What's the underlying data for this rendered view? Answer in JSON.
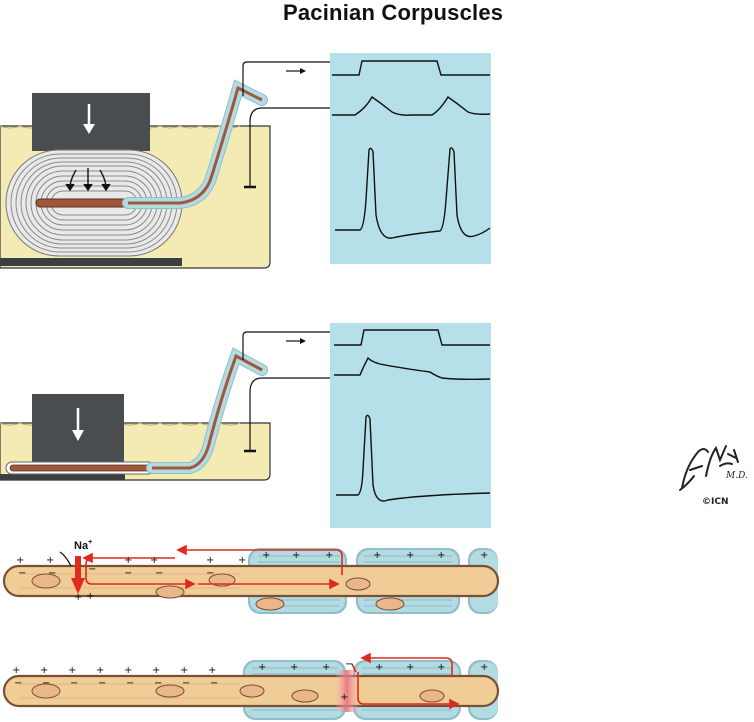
{
  "title": "Pacinian Corpuscles",
  "ion_label": "Na",
  "ion_charge": "+",
  "signature": {
    "name_line": "F. Netter",
    "suffix": "M.D.",
    "mark": "©ICN"
  },
  "colors": {
    "bath": "#f3eab4",
    "scope_screen": "#b5dfe9",
    "weight": "#4a4d50",
    "axon_core": "#a0583c",
    "myelin": "#b3dbe2",
    "axoplasm": "#f0cd97",
    "membrane": "#7a4f33",
    "current_arrow": "#e02a1e"
  },
  "icons": [
    "down-arrow-icon",
    "ground-symbol-icon",
    "right-arrow-icon"
  ]
}
